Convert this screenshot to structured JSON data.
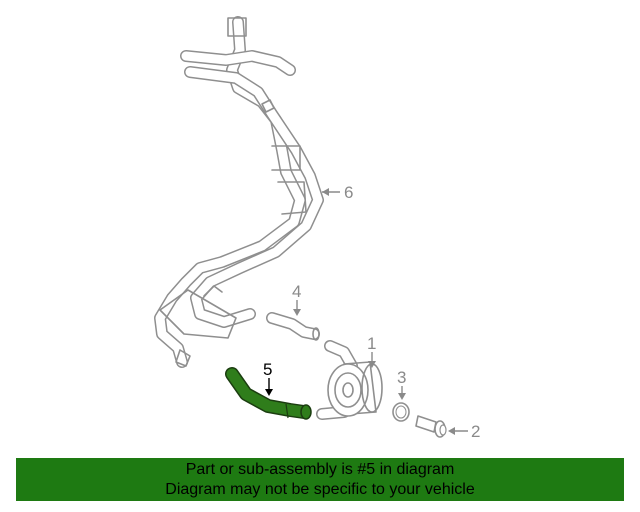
{
  "callouts": {
    "c1": "1",
    "c2": "2",
    "c3": "3",
    "c4": "4",
    "c5": "5",
    "c6": "6"
  },
  "highlighted_part": "5",
  "colors": {
    "highlight_part": "#2f7d1b",
    "banner_background": "#1e7a12",
    "line_art": "#8f8f8f"
  },
  "banner": {
    "line1": "Part or sub-assembly is #5 in diagram",
    "line2": "Diagram may not be specific to your vehicle"
  }
}
